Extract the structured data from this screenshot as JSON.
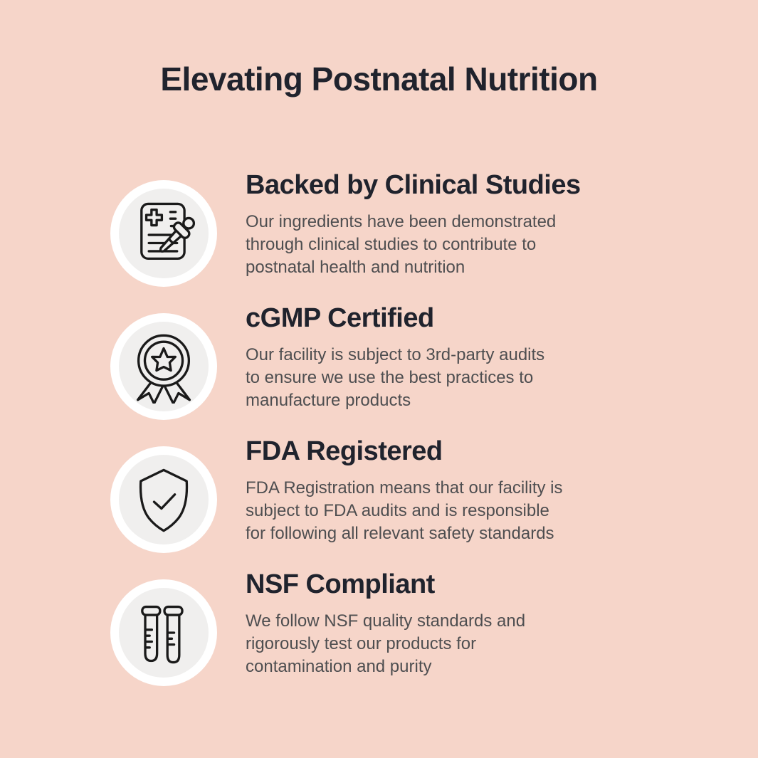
{
  "page": {
    "title": "Elevating Postnatal Nutrition",
    "background_color": "#f6d5c9",
    "heading_color": "#20232d",
    "body_text_color": "#4e4e50",
    "icon_circle_color": "#ffffff",
    "icon_inner_circle_color": "#f0efee",
    "icon_stroke_color": "#1a1a1a"
  },
  "features": [
    {
      "icon": "clinical-document-dropper-icon",
      "heading": "Backed by Clinical Studies",
      "description": "Our ingredients have been demonstrated\nthrough clinical studies to contribute to\npostnatal health and nutrition"
    },
    {
      "icon": "medal-star-icon",
      "heading": "cGMP Certified",
      "description": "Our facility is subject to 3rd-party audits\nto ensure we use the best practices to\nmanufacture products"
    },
    {
      "icon": "shield-check-icon",
      "heading": "FDA Registered",
      "description": "FDA Registration means that our facility is\nsubject to FDA audits and is responsible\nfor following all relevant safety standards"
    },
    {
      "icon": "test-tubes-icon",
      "heading": "NSF Compliant",
      "description": "We follow NSF quality standards and\nrigorously test our products for\ncontamination and purity"
    }
  ]
}
